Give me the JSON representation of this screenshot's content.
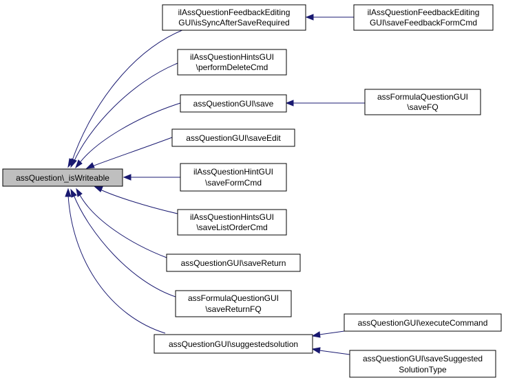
{
  "nodes": [
    {
      "id": "n0",
      "lines": [
        "assQuestion\\_isWriteable"
      ]
    },
    {
      "id": "n1",
      "lines": [
        "ilAssQuestionFeedbackEditing",
        "GUI\\isSyncAfterSaveRequired"
      ]
    },
    {
      "id": "n2",
      "lines": [
        "ilAssQuestionFeedbackEditing",
        "GUI\\saveFeedbackFormCmd"
      ]
    },
    {
      "id": "n3",
      "lines": [
        "ilAssQuestionHintsGUI",
        "\\performDeleteCmd"
      ]
    },
    {
      "id": "n4",
      "lines": [
        "assQuestionGUI\\save"
      ]
    },
    {
      "id": "n5",
      "lines": [
        "assFormulaQuestionGUI",
        "\\saveFQ"
      ]
    },
    {
      "id": "n6",
      "lines": [
        "assQuestionGUI\\saveEdit"
      ]
    },
    {
      "id": "n7",
      "lines": [
        "ilAssQuestionHintGUI",
        "\\saveFormCmd"
      ]
    },
    {
      "id": "n8",
      "lines": [
        "ilAssQuestionHintsGUI",
        "\\saveListOrderCmd"
      ]
    },
    {
      "id": "n9",
      "lines": [
        "assQuestionGUI\\saveReturn"
      ]
    },
    {
      "id": "n10",
      "lines": [
        "assFormulaQuestionGUI",
        "\\saveReturnFQ"
      ]
    },
    {
      "id": "n11",
      "lines": [
        "assQuestionGUI\\suggestedsolution"
      ]
    },
    {
      "id": "n12",
      "lines": [
        "assQuestionGUI\\executeCommand"
      ]
    },
    {
      "id": "n13",
      "lines": [
        "assQuestionGUI\\saveSuggested",
        "SolutionType"
      ]
    }
  ],
  "edges": [
    {
      "from": "n1",
      "to": "n0"
    },
    {
      "from": "n3",
      "to": "n0"
    },
    {
      "from": "n4",
      "to": "n0"
    },
    {
      "from": "n6",
      "to": "n0"
    },
    {
      "from": "n7",
      "to": "n0"
    },
    {
      "from": "n8",
      "to": "n0"
    },
    {
      "from": "n9",
      "to": "n0"
    },
    {
      "from": "n10",
      "to": "n0"
    },
    {
      "from": "n11",
      "to": "n0"
    },
    {
      "from": "n2",
      "to": "n1"
    },
    {
      "from": "n5",
      "to": "n4"
    },
    {
      "from": "n12",
      "to": "n11"
    },
    {
      "from": "n13",
      "to": "n11"
    }
  ],
  "colors": {
    "edge": "#191970",
    "focus_fill": "#bfbfbf",
    "node_fill": "#ffffff",
    "node_stroke": "#000000"
  }
}
